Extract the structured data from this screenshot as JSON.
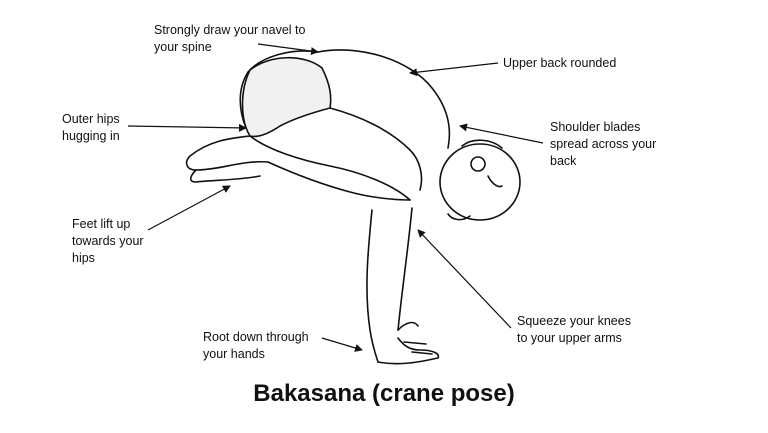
{
  "title": "Bakasana (crane pose)",
  "annotations": [
    {
      "id": "navel",
      "text": "Strongly draw your navel to\nyour spine"
    },
    {
      "id": "upper-back",
      "text": "Upper back rounded"
    },
    {
      "id": "outer-hips",
      "text": "Outer hips\nhugging in"
    },
    {
      "id": "shoulder-blades",
      "text": "Shoulder blades\nspread across your\nback"
    },
    {
      "id": "feet",
      "text": "Feet lift up\ntowards your\nhips"
    },
    {
      "id": "knees",
      "text": "Squeeze your knees\nto your upper arms"
    },
    {
      "id": "hands",
      "text": "Root down through\nyour hands"
    }
  ]
}
